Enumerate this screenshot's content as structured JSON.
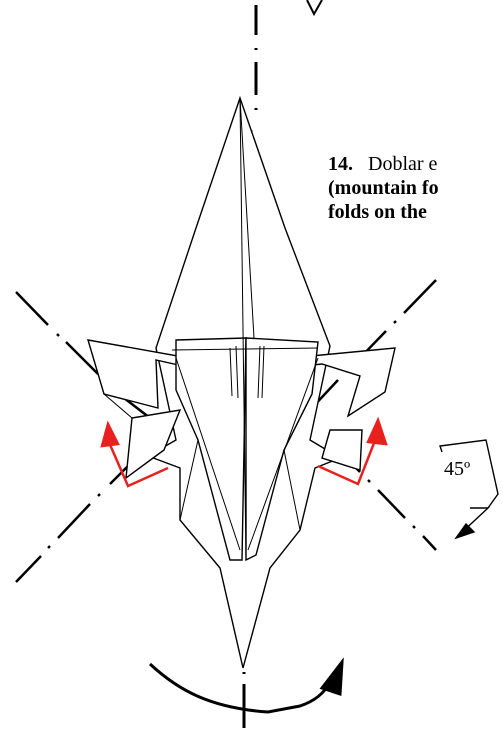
{
  "step": {
    "number": "14.",
    "text_es": "Doblar e",
    "text_en_line1": "(mountain fo",
    "text_en_line2": "folds on the"
  },
  "rotation": {
    "angle_label": "45º"
  },
  "colors": {
    "ink": "#000000",
    "arrow_red": "#e8211f",
    "paper": "#ffffff"
  }
}
